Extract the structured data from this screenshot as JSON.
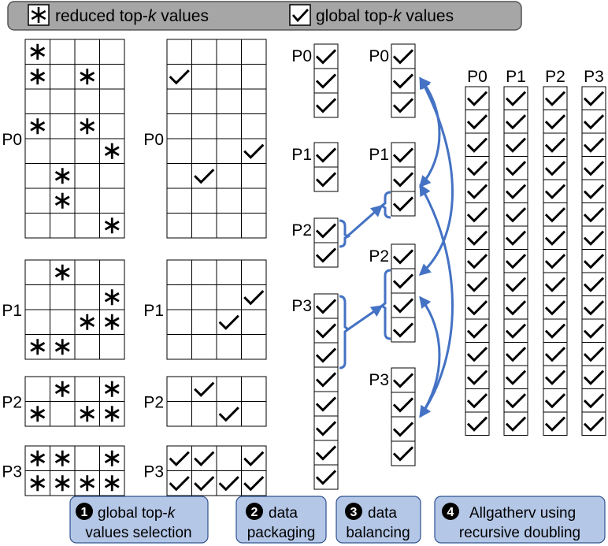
{
  "legend": {
    "star_prefix": "reduced top-",
    "star_k": "k",
    "star_suffix": " values",
    "check_prefix": "global top-",
    "check_k": "k",
    "check_suffix": " values"
  },
  "grids": {
    "reduced": [
      {
        "label": "P0",
        "rows": [
          [
            1,
            0,
            0,
            0
          ],
          [
            1,
            0,
            1,
            0
          ],
          [
            0,
            0,
            0,
            0
          ],
          [
            1,
            0,
            1,
            0
          ],
          [
            0,
            0,
            0,
            1
          ],
          [
            0,
            1,
            0,
            0
          ],
          [
            0,
            1,
            0,
            0
          ],
          [
            0,
            0,
            0,
            1
          ]
        ]
      },
      {
        "label": "P1",
        "rows": [
          [
            0,
            1,
            0,
            0
          ],
          [
            0,
            0,
            0,
            1
          ],
          [
            0,
            0,
            1,
            1
          ],
          [
            1,
            1,
            0,
            0
          ]
        ]
      },
      {
        "label": "P2",
        "rows": [
          [
            0,
            1,
            0,
            1
          ],
          [
            1,
            0,
            1,
            1
          ]
        ]
      },
      {
        "label": "P3",
        "rows": [
          [
            1,
            1,
            0,
            1
          ],
          [
            1,
            1,
            1,
            1
          ]
        ]
      }
    ],
    "global": [
      {
        "label": "P0",
        "rows": [
          [
            0,
            0,
            0,
            0
          ],
          [
            1,
            0,
            0,
            0
          ],
          [
            0,
            0,
            0,
            0
          ],
          [
            0,
            0,
            0,
            0
          ],
          [
            0,
            0,
            0,
            1
          ],
          [
            0,
            1,
            0,
            0
          ],
          [
            0,
            0,
            0,
            0
          ],
          [
            0,
            0,
            0,
            0
          ]
        ]
      },
      {
        "label": "P1",
        "rows": [
          [
            0,
            0,
            0,
            0
          ],
          [
            0,
            0,
            0,
            1
          ],
          [
            0,
            0,
            1,
            0
          ],
          [
            0,
            0,
            0,
            0
          ]
        ]
      },
      {
        "label": "P2",
        "rows": [
          [
            0,
            1,
            0,
            0
          ],
          [
            0,
            0,
            1,
            0
          ]
        ]
      },
      {
        "label": "P3",
        "rows": [
          [
            1,
            1,
            0,
            1
          ],
          [
            1,
            1,
            1,
            1
          ]
        ]
      }
    ]
  },
  "packaging": [
    {
      "label": "P0",
      "count": 3
    },
    {
      "label": "P1",
      "count": 2
    },
    {
      "label": "P2",
      "count": 2
    },
    {
      "label": "P3",
      "count": 8
    }
  ],
  "balancing": [
    {
      "label": "P0",
      "count": 3
    },
    {
      "label": "P1",
      "count": 3
    },
    {
      "label": "P2",
      "count": 4
    },
    {
      "label": "P3",
      "count": 4
    }
  ],
  "allgather": {
    "labels": [
      "P0",
      "P1",
      "P2",
      "P3"
    ],
    "count": 15
  },
  "steps": [
    {
      "number": "1",
      "line1_prefix": "global top-",
      "line1_k": "k",
      "line2": "values selection"
    },
    {
      "number": "2",
      "line1_prefix": "data",
      "line1_k": "",
      "line2": "packaging"
    },
    {
      "number": "3",
      "line1_prefix": "data",
      "line1_k": "",
      "line2": "balancing"
    },
    {
      "number": "4",
      "line1_prefix": "Allgatherv using",
      "line1_k": "",
      "line2": "recursive doubling"
    }
  ],
  "colors": {
    "legend_bg": "#a6a6a6",
    "step_bg": "#b4c7e7",
    "arrow": "#4472c4",
    "grid_line": "#000000"
  }
}
